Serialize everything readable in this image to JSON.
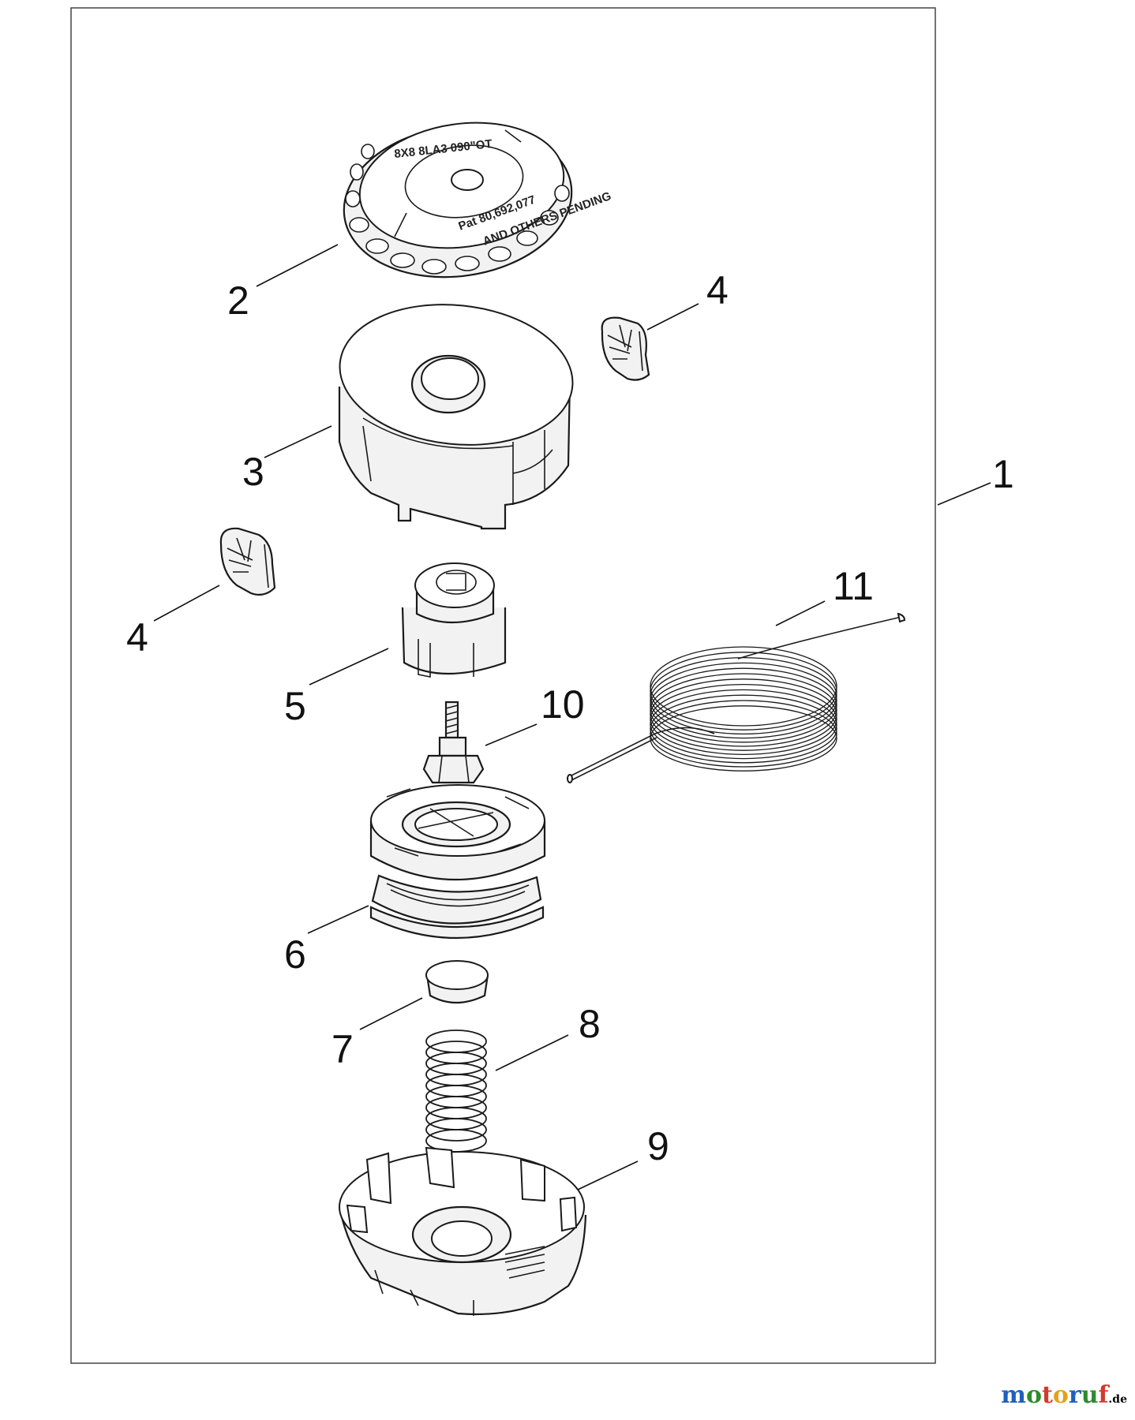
{
  "callouts": {
    "c1": "1",
    "c2": "2",
    "c3": "3",
    "c4a": "4",
    "c4b": "4",
    "c5": "5",
    "c6": "6",
    "c7": "7",
    "c8": "8",
    "c9": "9",
    "c10": "10",
    "c11": "11"
  },
  "cap_embossing": {
    "top": "8X8 8LA3 090\"OT",
    "right": "Pat 80,692,077",
    "bottom": "AND OTHERS PENDING"
  },
  "watermark": {
    "name": "motoruf",
    "tld": ".de",
    "colors": [
      "#1f5fbf",
      "#2e8b2e",
      "#d33a2c",
      "#e3a21a",
      "#1f5fbf",
      "#2e8b2e",
      "#d33a2c"
    ]
  }
}
